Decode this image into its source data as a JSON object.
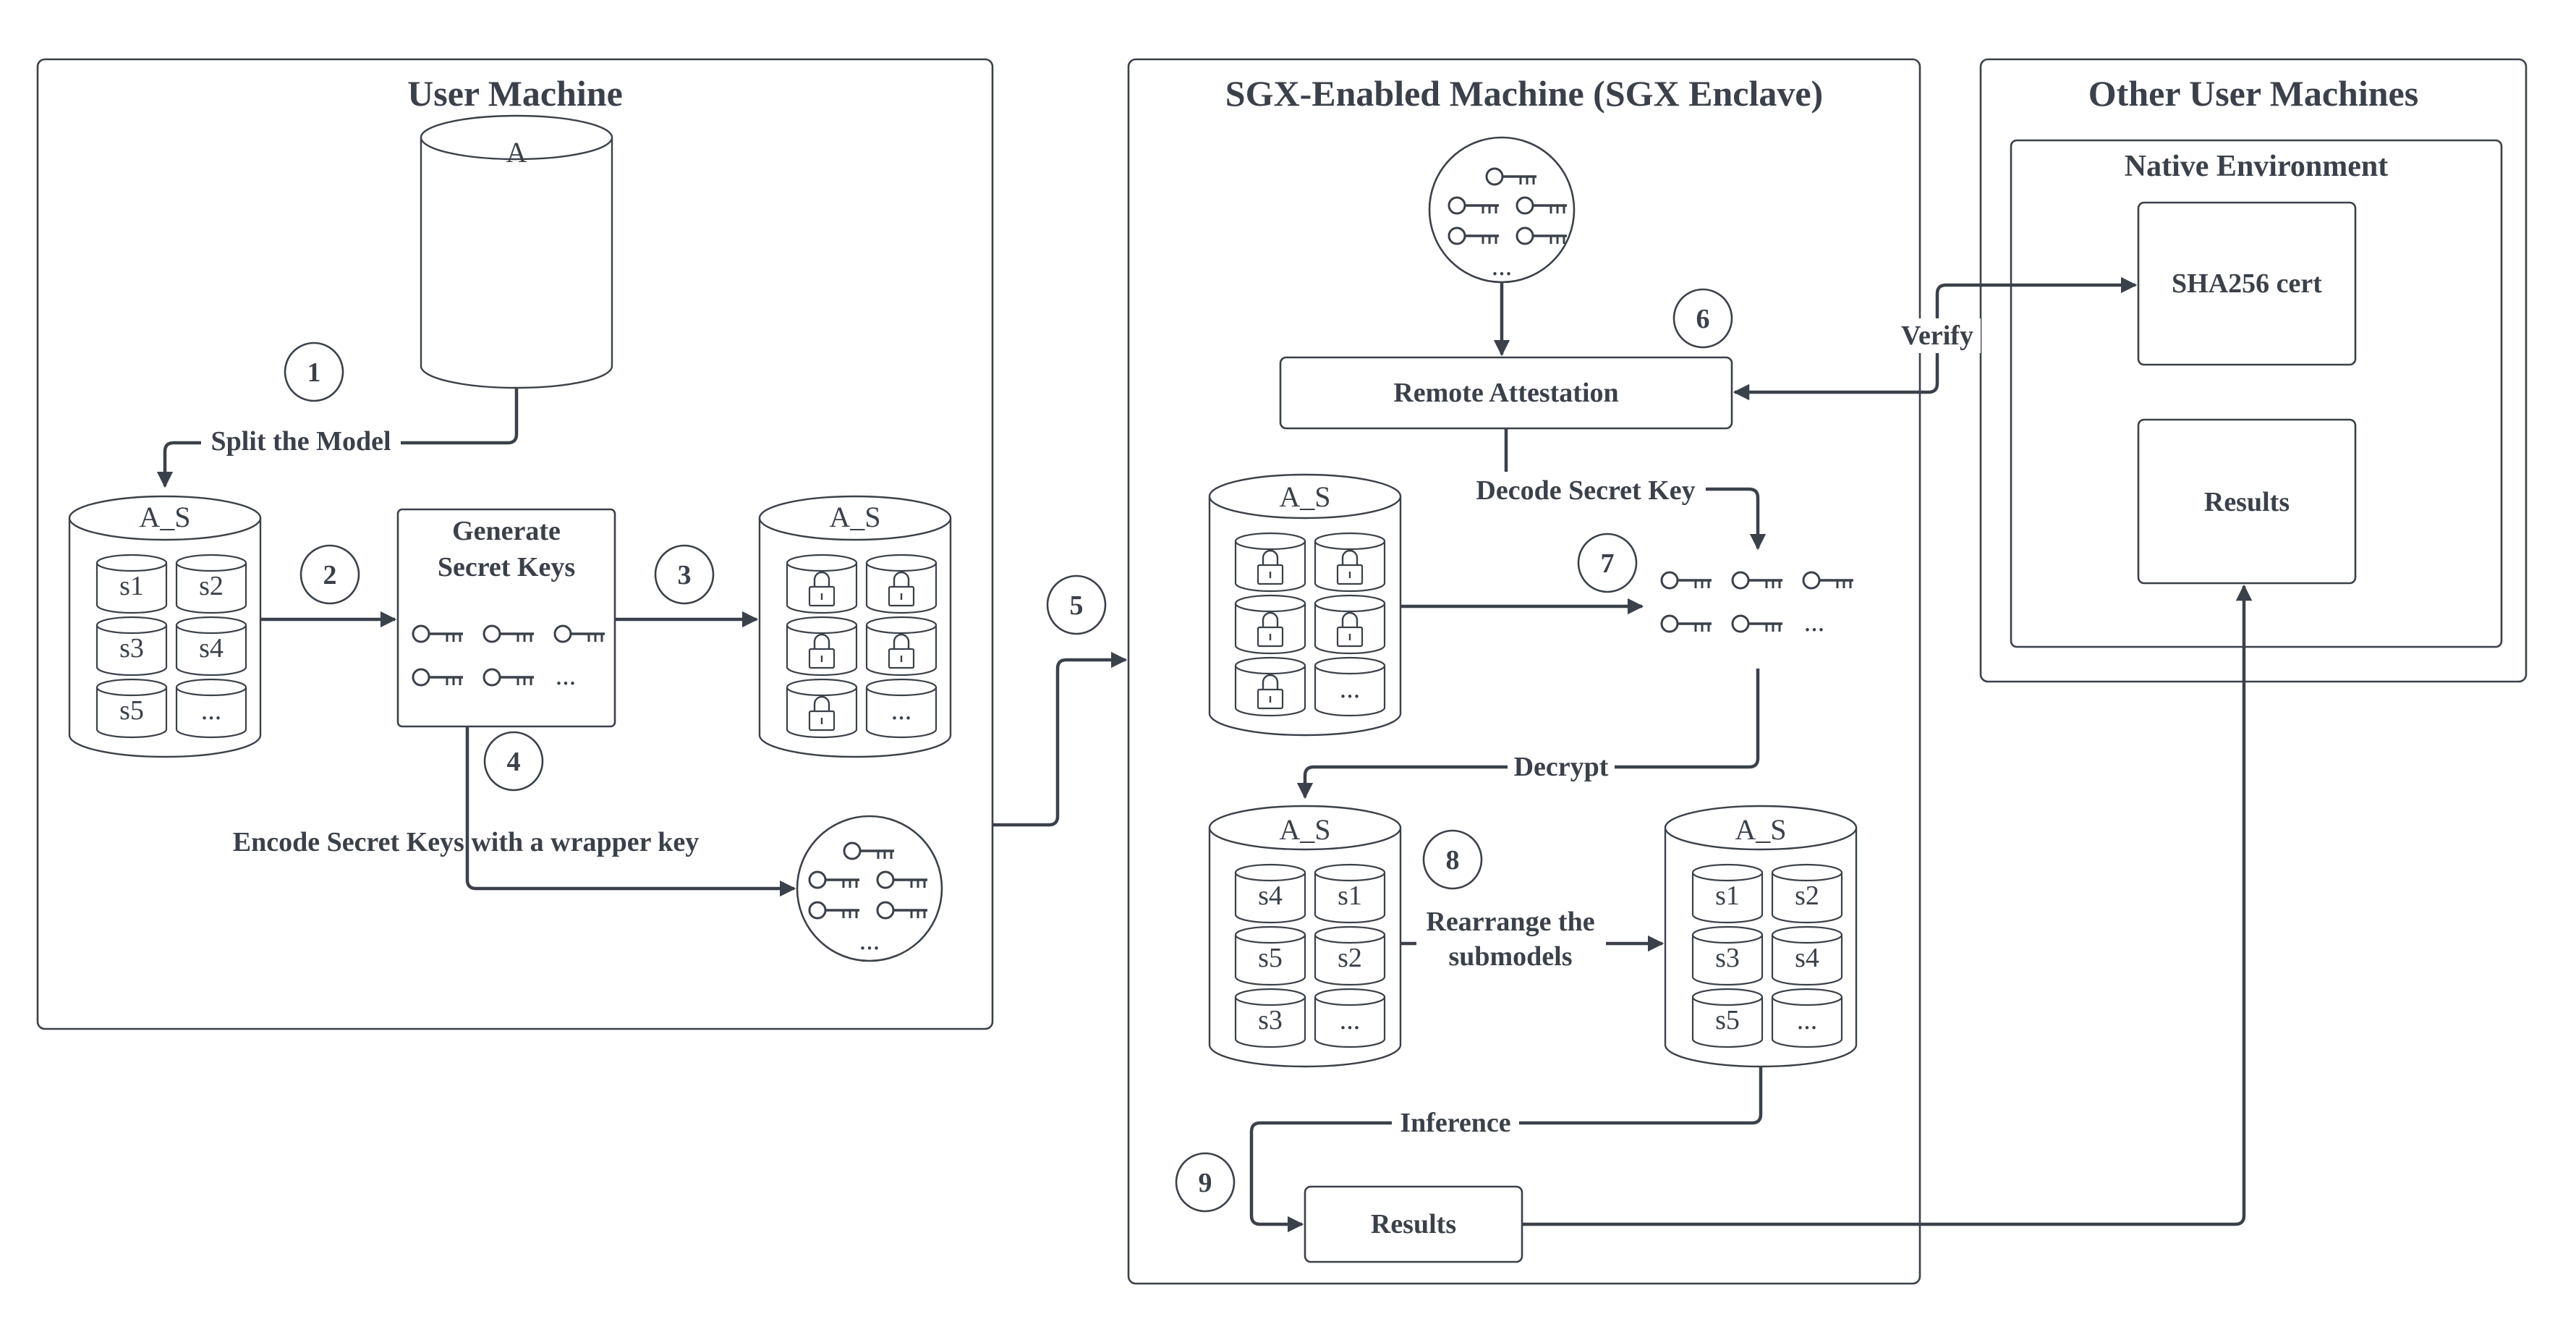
{
  "panels": {
    "user_machine": "User Machine",
    "sgx_machine": "SGX-Enabled Machine (SGX Enclave)",
    "other_machines": "Other User Machines",
    "native_env": "Native Environment"
  },
  "cylinders": {
    "model_a": "A",
    "a_s": "A_S"
  },
  "submodels": {
    "s1": "s1",
    "s2": "s2",
    "s3": "s3",
    "s4": "s4",
    "s5": "s5",
    "ellipsis": "..."
  },
  "boxes": {
    "generate_keys_line1": "Generate",
    "generate_keys_line2": "Secret Keys",
    "remote_attestation": "Remote Attestation",
    "sha256_cert": "SHA256 cert",
    "results": "Results"
  },
  "edge_labels": {
    "split": "Split the Model",
    "encode": "Encode Secret Keys with a wrapper key",
    "decode": "Decode Secret Key",
    "decrypt": "Decrypt",
    "rearrange_line1": "Rearrange the",
    "rearrange_line2": "submodels",
    "inference": "Inference",
    "verify": "Verify"
  },
  "steps": [
    "1",
    "2",
    "3",
    "4",
    "5",
    "6",
    "7",
    "8",
    "9"
  ],
  "colors": {
    "stroke": "#3a414a",
    "background": "#ffffff"
  }
}
